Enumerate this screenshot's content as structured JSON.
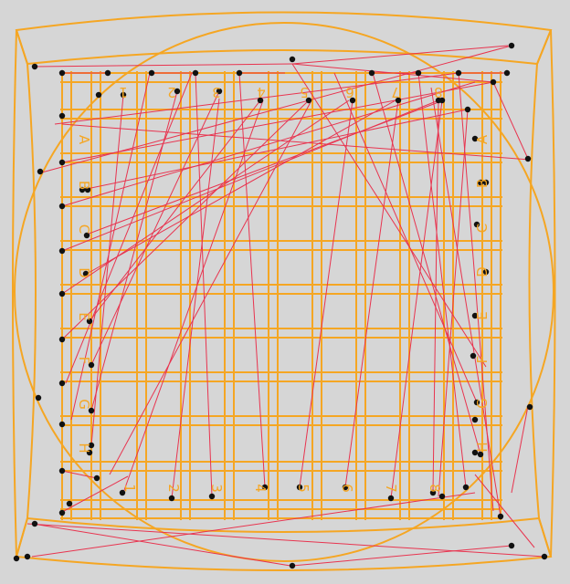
{
  "colors": {
    "background": "#d6d6d6",
    "frame": "#f5a623",
    "chords": "#e8344f",
    "nodes": "#111111"
  },
  "labels": {
    "top_numbers": [
      "1",
      "2",
      "3",
      "4",
      "5",
      "6",
      "7",
      "8"
    ],
    "bottom_numbers": [
      "1",
      "2",
      "3",
      "4",
      "5",
      "6",
      "7",
      "8"
    ],
    "left_letters": [
      "A",
      "B",
      "C",
      "D",
      "E",
      "F",
      "G",
      "H"
    ],
    "right_letters": [
      "A",
      "B",
      "C",
      "D",
      "E",
      "F",
      "G",
      "H"
    ]
  }
}
